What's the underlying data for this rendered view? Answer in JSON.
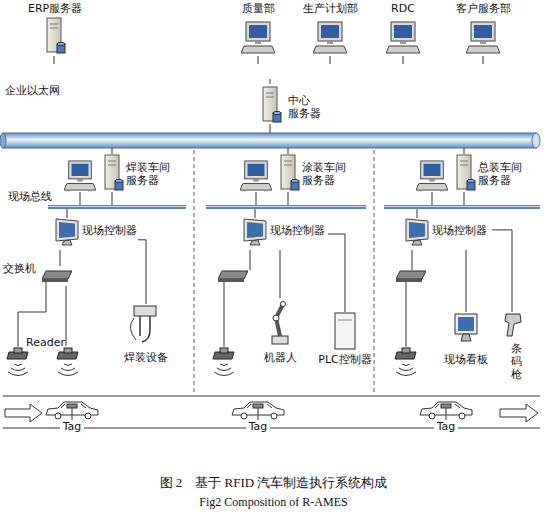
{
  "diagram": {
    "caption": "图 2　基于 RFID 汽车制造执行系统构成",
    "nodes": [
      {
        "text": [
          "ERP服务器"
        ]
      },
      {
        "text": [
          "质量部"
        ]
      },
      {
        "text": [
          "生产计划部"
        ]
      },
      {
        "text": [
          "RDC"
        ]
      },
      {
        "text": [
          "客户服务部"
        ]
      },
      {
        "text": [
          "企业以太网"
        ]
      },
      {
        "text": [
          "中心 服务器"
        ]
      },
      {
        "text": [
          "焊装车间 服务器"
        ]
      },
      {
        "text": [
          "涂装车间 服务器"
        ]
      },
      {
        "text": [
          "总装车间 服务器"
        ]
      },
      {
        "text": [
          "现场控制器"
        ]
      },
      {
        "text": [
          "现场控制器"
        ]
      },
      {
        "text": [
          "现场控制器"
        ]
      },
      {
        "text": [
          "交换机"
        ]
      },
      {
        "text": [
          "Reader"
        ]
      },
      {
        "text": [
          "焊装设备"
        ]
      },
      {
        "text": [
          "机器人"
        ]
      },
      {
        "text": [
          "PLC控制器"
        ]
      },
      {
        "text": [
          "现场看板"
        ]
      },
      {
        "text": [
          "条 码 枪"
        ]
      },
      {
        "text": [
          "Tag"
        ]
      },
      {
        "text": [
          "Tag"
        ]
      },
      {
        "text": [
          "Tag"
        ]
      }
    ],
    "edges": [
      {
        "from": 0,
        "to": 5,
        "arrow": "none"
      },
      {
        "from": 1,
        "to": 5,
        "arrow": "none"
      },
      {
        "from": 2,
        "to": 5,
        "arrow": "none"
      },
      {
        "from": 3,
        "to": 5,
        "arrow": "none"
      },
      {
        "from": 4,
        "to": 5,
        "arrow": "none"
      },
      {
        "from": 6,
        "to": 5,
        "arrow": "none"
      },
      {
        "from": 10,
        "to": 13,
        "arrow": "none"
      },
      {
        "from": 13,
        "to": 14,
        "arrow": "none"
      },
      {
        "from": 10,
        "to": 15,
        "arrow": "none"
      },
      {
        "from": 11,
        "to": 16,
        "arrow": "none"
      },
      {
        "from": 11,
        "to": 17,
        "arrow": "none"
      },
      {
        "from": 12,
        "to": 18,
        "arrow": "none"
      },
      {
        "from": 12,
        "to": 19,
        "arrow": "none"
      }
    ],
    "labels": [
      "现场总线",
      "Fig2 Composition of R-AMES"
    ]
  }
}
